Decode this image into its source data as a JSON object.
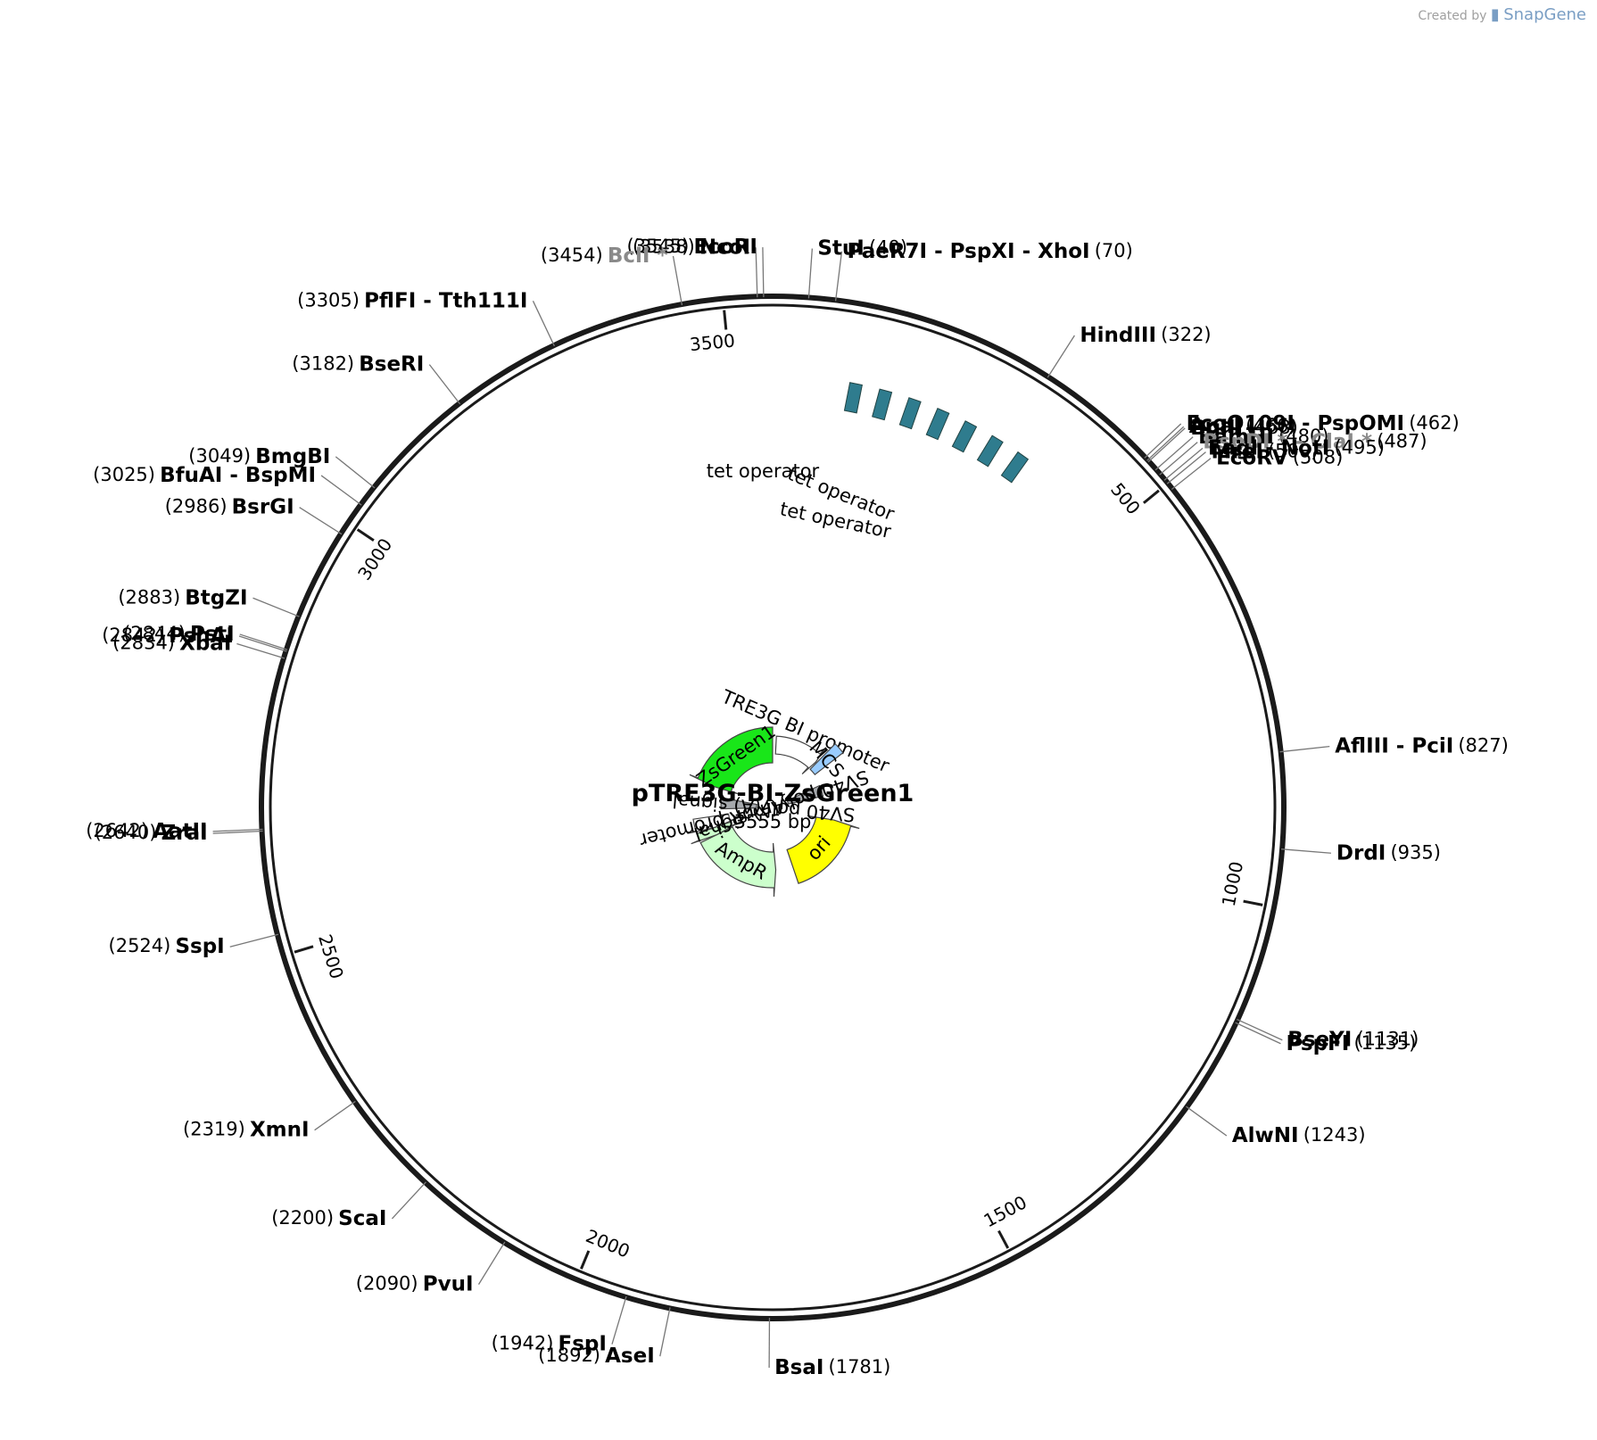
{
  "credit": {
    "prefix": "Created by",
    "brand": "SnapGene"
  },
  "plasmid": {
    "name": "pTRE3G-BI-ZsGreen1",
    "length_label": "3555 bp",
    "length": 3555
  },
  "colors": {
    "ring": "#1a1a1a",
    "zsgreen": "#19e619",
    "ori": "#ffff00",
    "ampr": "#ccffcc",
    "mcs": "#99ccff",
    "polyA": "#a6a9ad",
    "tetop": "#2f7c8e",
    "promoter": "#ffffff",
    "disabled_enzyme": "#8a8a8a"
  },
  "ticks": [
    {
      "pos": 500,
      "label": "500"
    },
    {
      "pos": 1000,
      "label": "1000"
    },
    {
      "pos": 1500,
      "label": "1500"
    },
    {
      "pos": 2000,
      "label": "2000"
    },
    {
      "pos": 2500,
      "label": "2500"
    },
    {
      "pos": 3000,
      "label": "3000"
    },
    {
      "pos": 3500,
      "label": "3500"
    }
  ],
  "features": [
    {
      "id": "zsgreen1",
      "label": "ZsGreen1",
      "start": 2859,
      "end": 3555,
      "dir": "rev",
      "color": "#19e619"
    },
    {
      "id": "ori",
      "label": "ori",
      "start": 1003,
      "end": 1592,
      "dir": "rev",
      "color": "#ffff00"
    },
    {
      "id": "ampr",
      "label": "AmpR",
      "start": 1749,
      "end": 2409,
      "dir": "rev",
      "color": "#ccffcc"
    },
    {
      "id": "signal",
      "label": "si…",
      "start": 2409,
      "end": 2478,
      "dir": "rev",
      "color": "#ccffcc"
    },
    {
      "id": "ampr-promoter",
      "label": "AmpR promoter",
      "start": 2478,
      "end": 2583,
      "dir": "rev",
      "color": "#ffffff"
    },
    {
      "id": "sv40-polya-right",
      "label": "SV40 poly(A) signal",
      "start": 642,
      "end": 764,
      "dir": "none",
      "color": "#a6a9ad"
    },
    {
      "id": "sv40-polya-left",
      "label": "SV40 poly(A) signal",
      "start": 2650,
      "end": 2772,
      "dir": "none",
      "color": "#a6a9ad"
    },
    {
      "id": "tre3g-bi-promoter",
      "label": "TRE3G BI promoter",
      "start": 30,
      "end": 430,
      "dir": "fwd",
      "color": "#ffffff"
    },
    {
      "id": "mcs",
      "label": "MCS",
      "start": 440,
      "end": 515,
      "dir": "none",
      "color": "#99ccff"
    }
  ],
  "tet_operator_labels": [
    "tet operator",
    "tet operator",
    "tet operator"
  ],
  "enzymes": [
    {
      "name": "NcoI",
      "pos": 3538
    },
    {
      "name": "EcoRI",
      "pos": 3545
    },
    {
      "name": "BclI *",
      "pos": 3454,
      "disabled": true
    },
    {
      "name": "StuI",
      "pos": 40
    },
    {
      "name": "PaeR7I - PspXI - XhoI",
      "pos": 70
    },
    {
      "name": "PflFI - Tth111I",
      "pos": 3305
    },
    {
      "name": "HindIII",
      "pos": 322
    },
    {
      "name": "BseRI",
      "pos": 3182
    },
    {
      "name": "EcoO109I - PspOMI",
      "pos": 462
    },
    {
      "name": "ApaI",
      "pos": 466
    },
    {
      "name": "BglII",
      "pos": 468
    },
    {
      "name": "BamHI",
      "pos": 480
    },
    {
      "name": "BspDI * - ClaI *",
      "pos": 487,
      "disabled": true
    },
    {
      "name": "EagI - NotI",
      "pos": 495
    },
    {
      "name": "MreI",
      "pos": 500
    },
    {
      "name": "EcoRV",
      "pos": 508
    },
    {
      "name": "BmgBI",
      "pos": 3049
    },
    {
      "name": "BfuAI - BspMI",
      "pos": 3025
    },
    {
      "name": "BsrGI",
      "pos": 2986
    },
    {
      "name": "BtgZI",
      "pos": 2883
    },
    {
      "name": "PstI",
      "pos": 2844
    },
    {
      "name": "PshAI",
      "pos": 2842
    },
    {
      "name": "XbaI",
      "pos": 2834
    },
    {
      "name": "AflIII - PciI",
      "pos": 827
    },
    {
      "name": "AatII",
      "pos": 2642
    },
    {
      "name": "ZraI",
      "pos": 2640
    },
    {
      "name": "DrdI",
      "pos": 935
    },
    {
      "name": "SspI",
      "pos": 2524
    },
    {
      "name": "BseYI",
      "pos": 1131
    },
    {
      "name": "PspFI",
      "pos": 1135
    },
    {
      "name": "AlwNI",
      "pos": 1243
    },
    {
      "name": "XmnI",
      "pos": 2319
    },
    {
      "name": "ScaI",
      "pos": 2200
    },
    {
      "name": "PvuI",
      "pos": 2090
    },
    {
      "name": "FspI",
      "pos": 1942
    },
    {
      "name": "AseI",
      "pos": 1892
    },
    {
      "name": "BsaI",
      "pos": 1781
    }
  ]
}
